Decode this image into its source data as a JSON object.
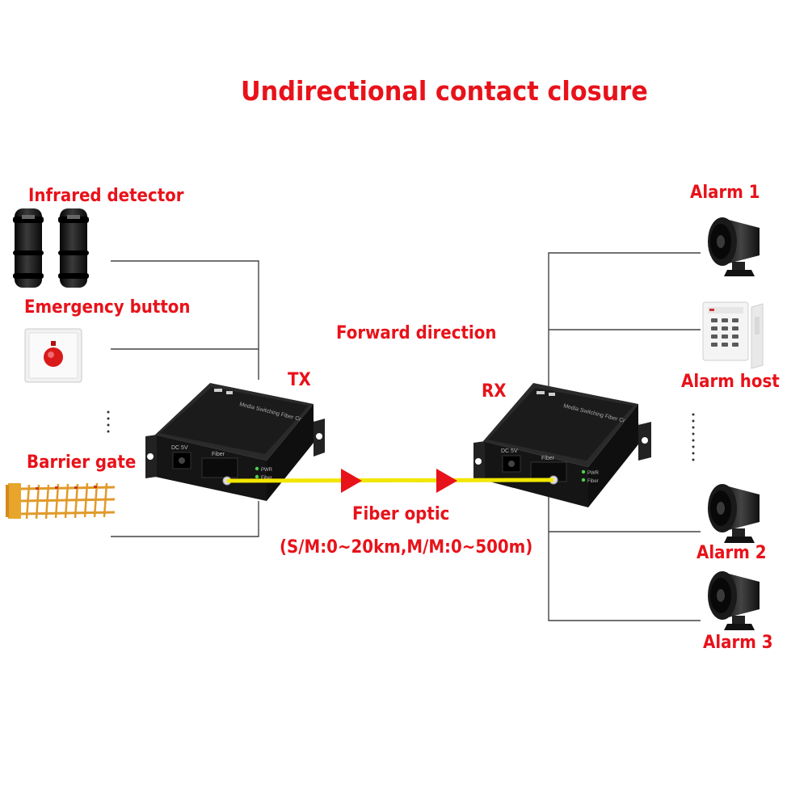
{
  "title": "Undirectional contact closure",
  "inputs": {
    "infrared_detector": "Infrared detector",
    "emergency_button": "Emergency button",
    "barrier_gate": "Barrier gate"
  },
  "link": {
    "direction": "Forward direction",
    "tx": "TX",
    "rx": "RX",
    "medium": "Fiber optic",
    "spec": "(S/M:0~20km,M/M:0~500m)"
  },
  "outputs": {
    "alarm_1": "Alarm 1",
    "alarm_host": "Alarm host",
    "alarm_2": "Alarm 2",
    "alarm_3": "Alarm 3"
  },
  "device": {
    "top_label": "Media Switching Fiber Converter",
    "power_port": "DC 5V",
    "fiber_port": "Fiber",
    "led_pwr": "PWR",
    "led_fiber": "Fiber"
  },
  "colors": {
    "label": "#e8121a",
    "fiber_line": "#f2e600",
    "arrow": "#e8121a",
    "device_body": "#1b1b1b",
    "wire": "#333333"
  }
}
